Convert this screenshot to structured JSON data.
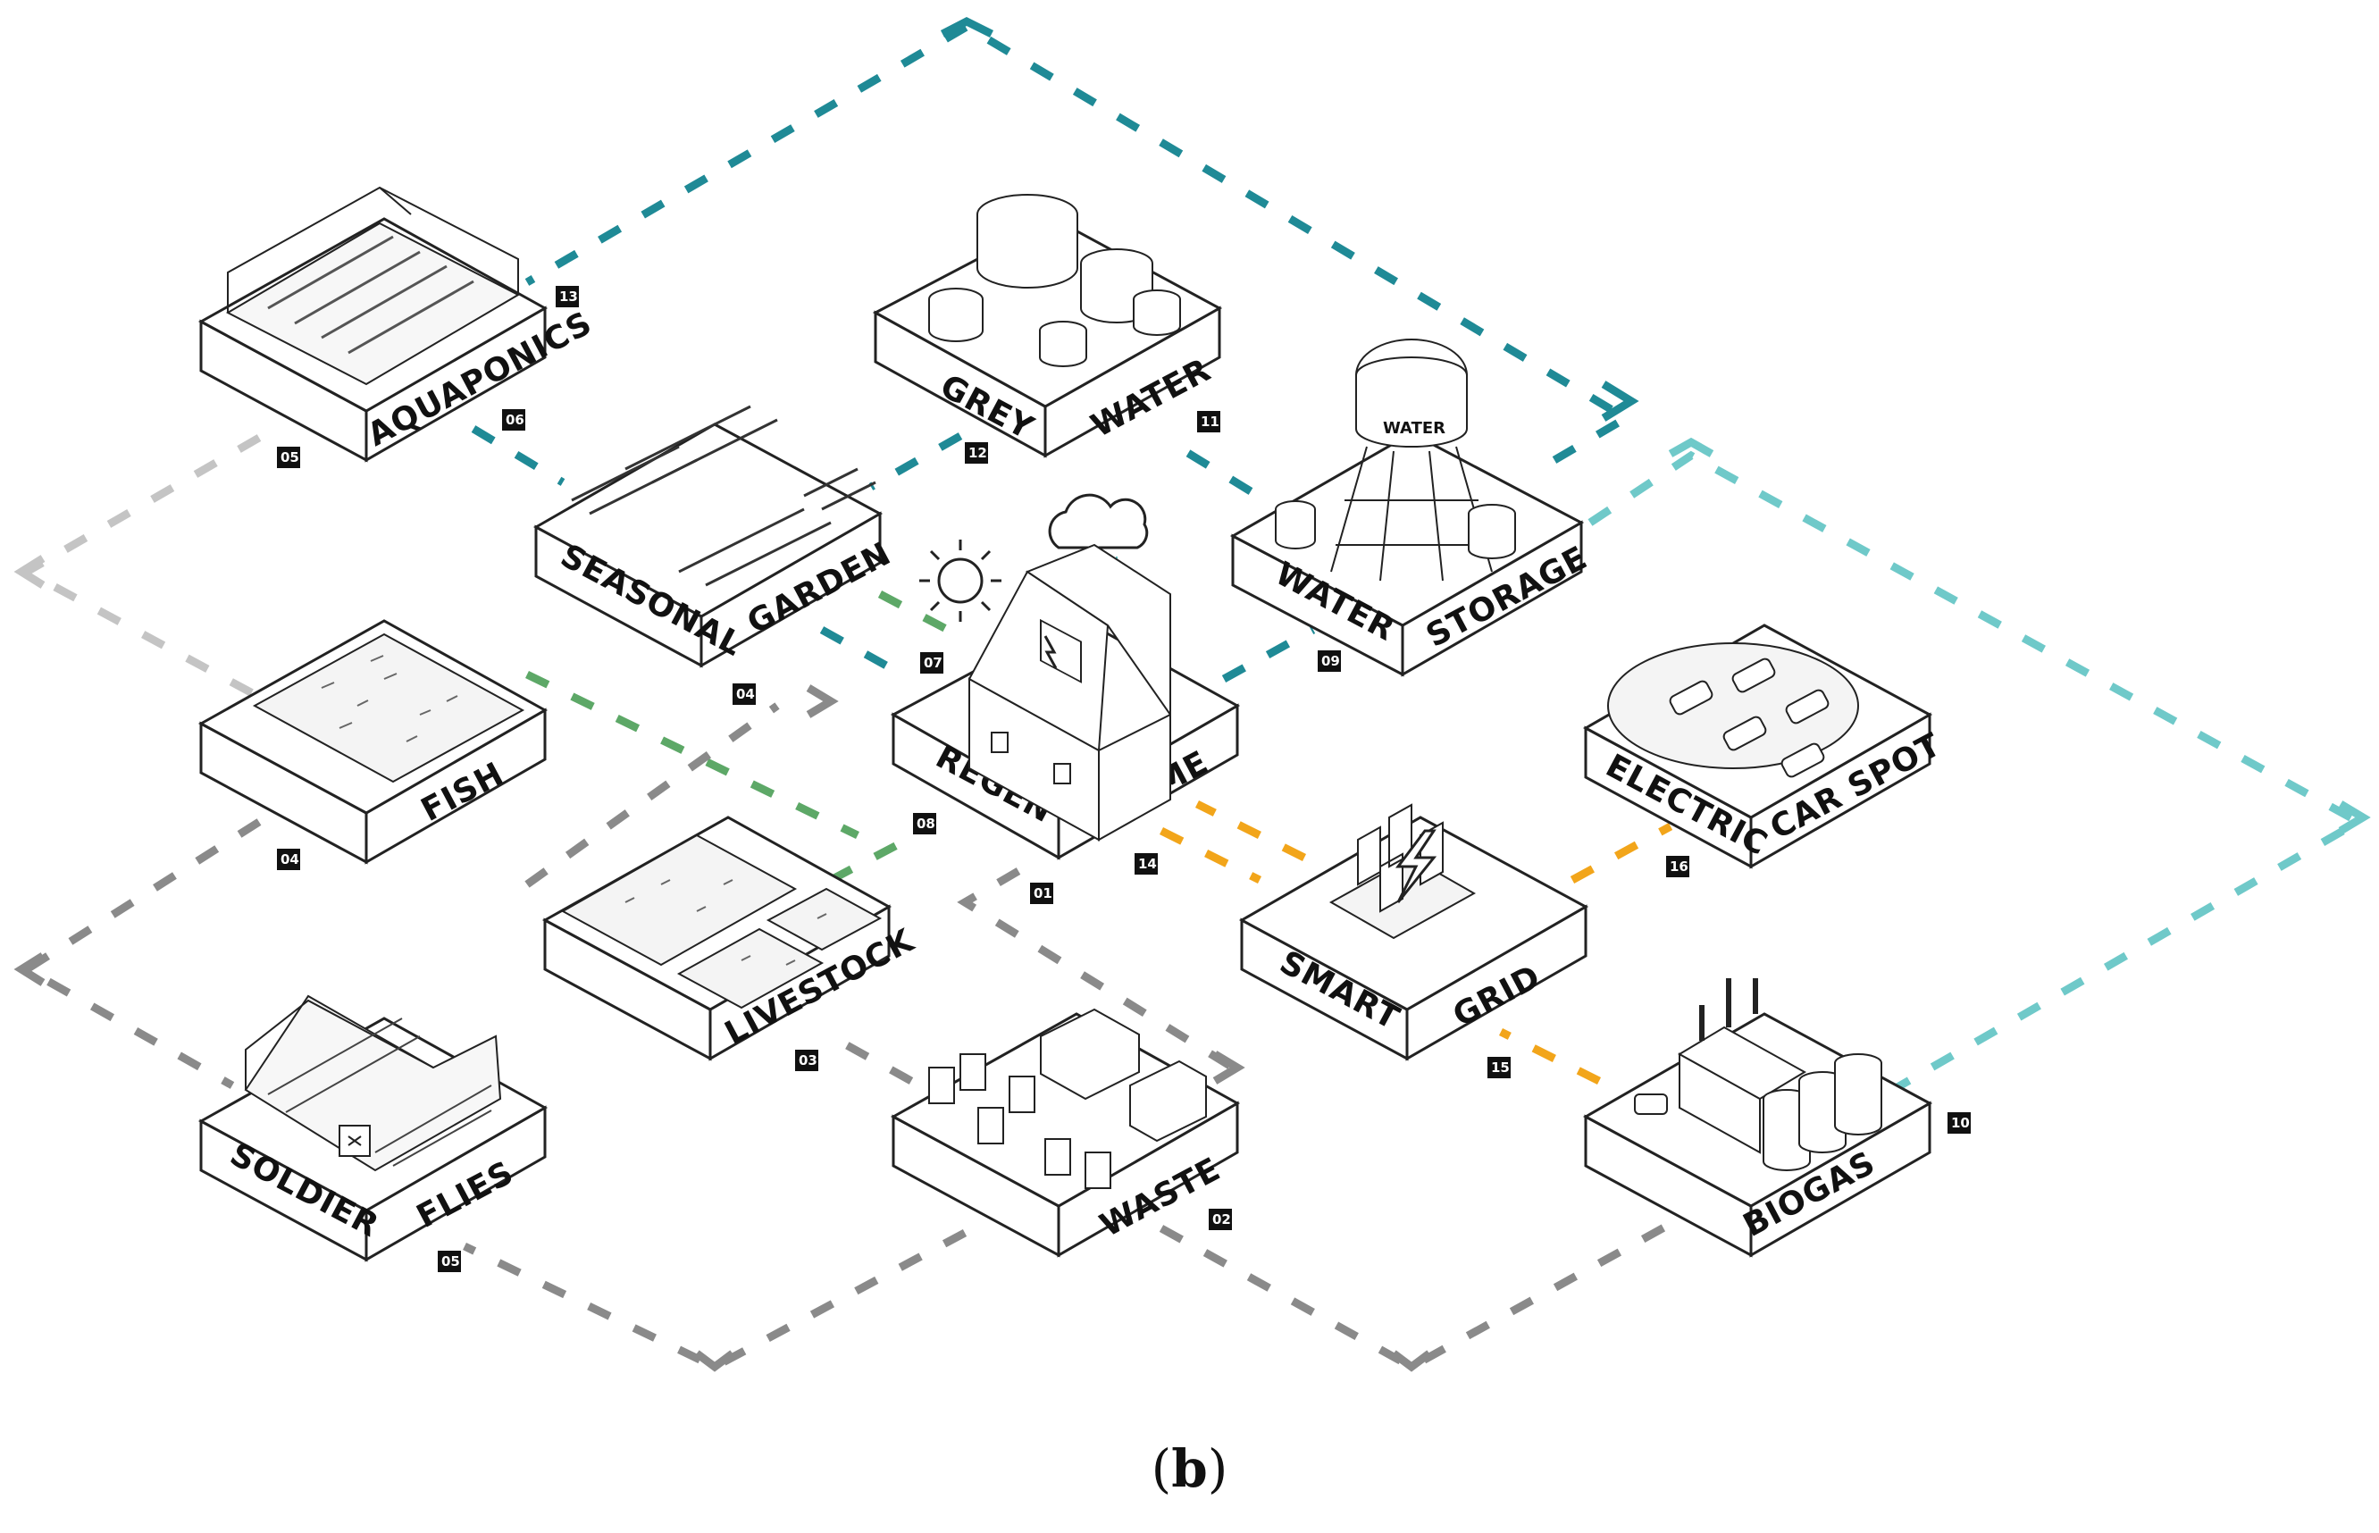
{
  "caption": {
    "open": "(",
    "letter": "b",
    "close": ")"
  },
  "colors": {
    "teal_dark": "#1f8a96",
    "teal_light": "#6fc9c9",
    "green": "#5da867",
    "grey": "#8a8a8a",
    "grey_light": "#c4c4c4",
    "orange": "#f2a51a",
    "line": "#222222",
    "badge": "#111111"
  },
  "tiles": {
    "aquaponics": {
      "label": "AQUAPONICS",
      "icon": "greenhouse-rows-icon"
    },
    "grey_water": {
      "label_a": "GREY",
      "label_b": "WATER",
      "icon": "barrels-icon"
    },
    "seasonal_garden": {
      "label_a": "SEASONAL",
      "label_b": "GARDEN",
      "icon": "crop-rows-icon"
    },
    "water_storage": {
      "label_a": "WATER",
      "label_b": "STORAGE",
      "tank_text": "WATER",
      "icon": "water-tower-icon"
    },
    "fish": {
      "label": "FISH",
      "icon": "fish-pond-icon"
    },
    "regen_home": {
      "label_a": "REGEN",
      "label_b": "HOME",
      "icon": "house-icon"
    },
    "electric_car_spot": {
      "label_a": "ELECTRIC",
      "label_b": "CAR SPOT",
      "icon": "cars-icon"
    },
    "livestock": {
      "label": "LIVESTOCK",
      "icon": "animal-pens-icon"
    },
    "smart_grid": {
      "label_a": "SMART",
      "label_b": "GRID",
      "icon": "lightning-icon"
    },
    "soldier_flies": {
      "label_a": "SOLDIER",
      "label_b": "FLIES",
      "icon": "fly-greenhouse-icon"
    },
    "waste": {
      "label": "WASTE",
      "icon": "bins-icon"
    },
    "biogas": {
      "label": "BIOGAS",
      "icon": "biogas-plant-icon"
    }
  },
  "badges": {
    "b01": "01",
    "b02": "02",
    "b03": "03",
    "b04a": "04",
    "b04b": "04",
    "b05a": "05",
    "b05b": "05",
    "b06": "06",
    "b07": "07",
    "b08": "08",
    "b09": "09",
    "b10": "10",
    "b11": "11",
    "b12": "12",
    "b13": "13",
    "b14": "14",
    "b15": "15",
    "b16": "16"
  },
  "weather_icons": [
    "sun-icon",
    "rain-cloud-icon"
  ]
}
